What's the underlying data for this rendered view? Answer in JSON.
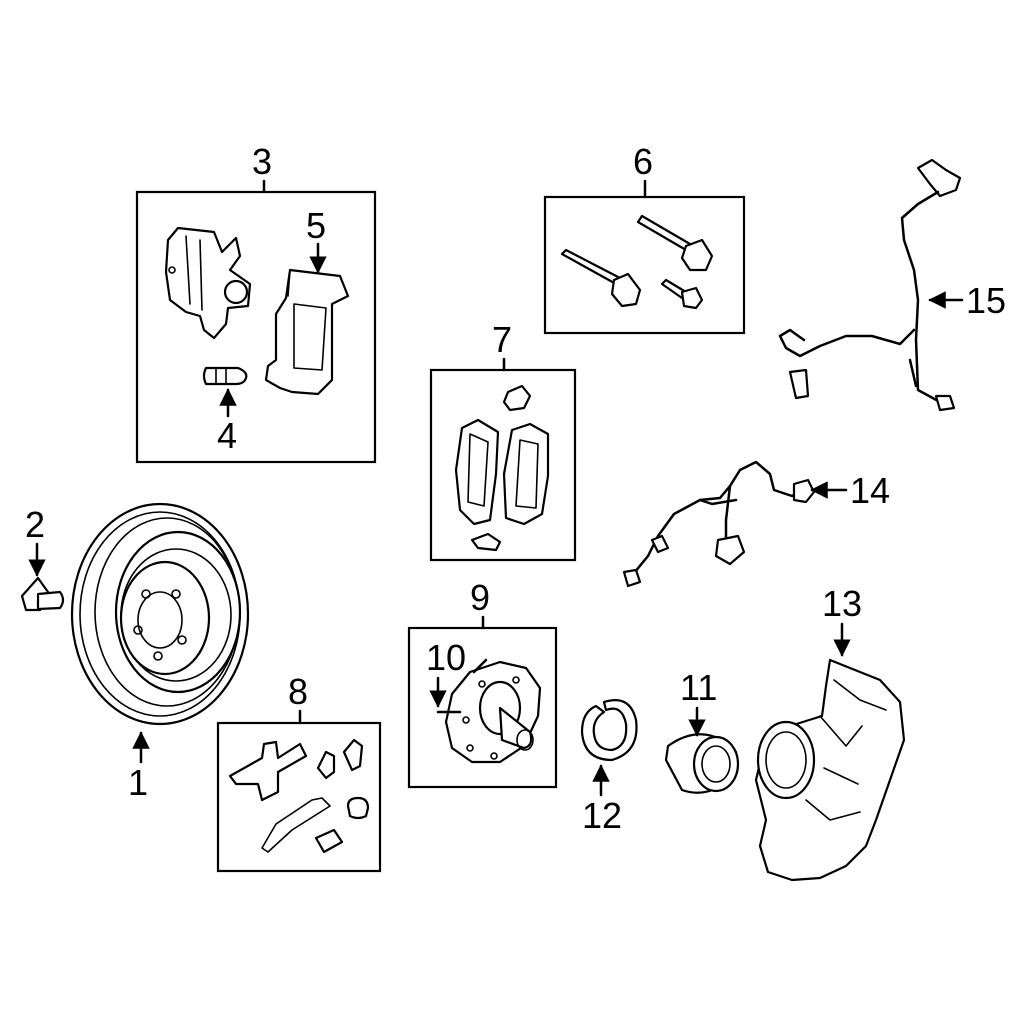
{
  "callouts": {
    "c1": "1",
    "c2": "2",
    "c3": "3",
    "c4": "4",
    "c5": "5",
    "c6": "6",
    "c7": "7",
    "c8": "8",
    "c9": "9",
    "c10": "10",
    "c11": "11",
    "c12": "12",
    "c13": "13",
    "c14": "14",
    "c15": "15"
  },
  "colors": {
    "ink": "#000000",
    "paper": "#ffffff"
  }
}
